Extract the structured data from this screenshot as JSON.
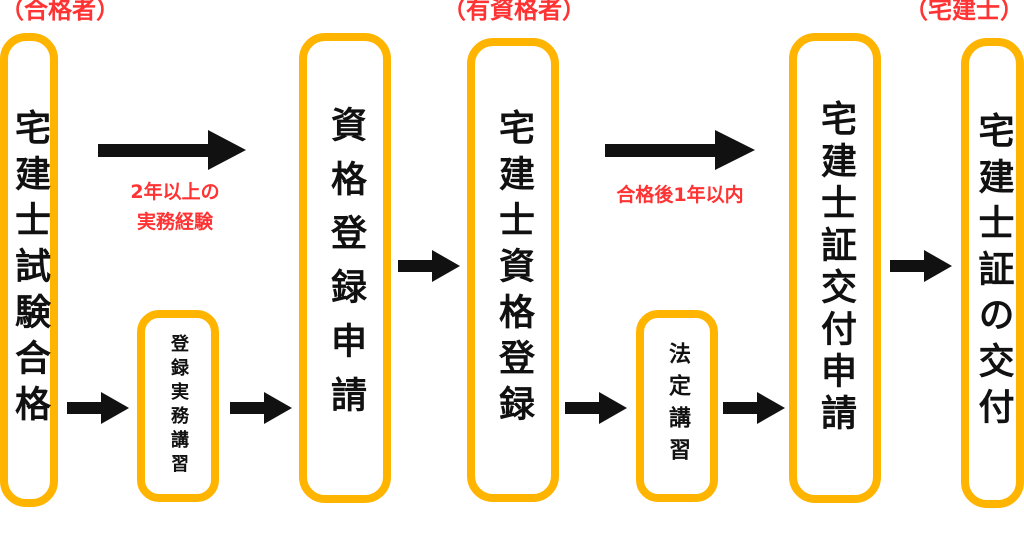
{
  "headers": [
    "（合格者）",
    "（有資格者）",
    "（宅建士）"
  ],
  "boxes": [
    "宅建士試験合格",
    "登録実務講習",
    "資格登録申請",
    "宅建士資格登録",
    "法定講習",
    "宅建士証交付申請",
    "宅建士証の交付"
  ],
  "labels": {
    "experience_line1": "2年以上の",
    "experience_line2": "実務経験",
    "within_year": "合格後1年以内"
  },
  "colors": {
    "accent": "#ffb400",
    "label": "#ff3333"
  }
}
